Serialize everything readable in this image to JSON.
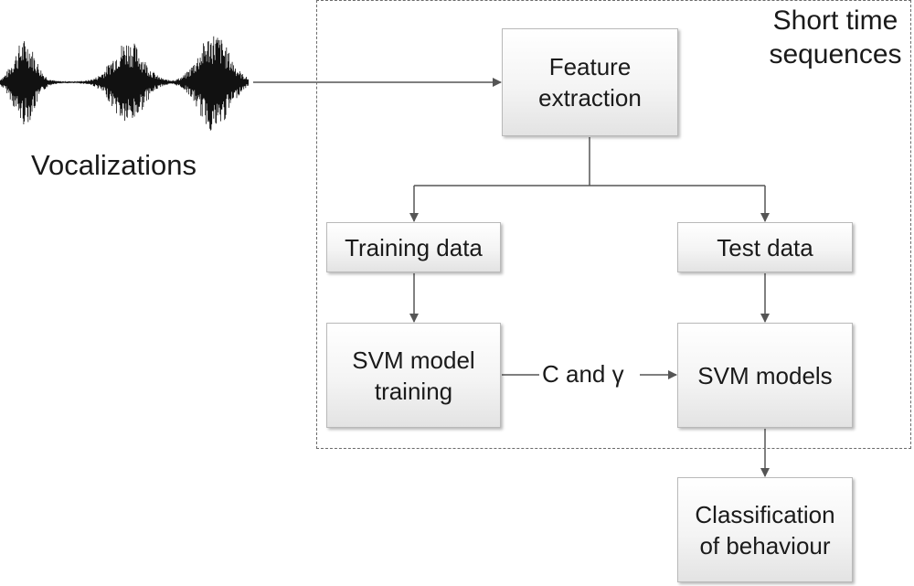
{
  "region": {
    "label": "Short time\nsequences"
  },
  "input": {
    "label": "Vocalizations",
    "waveform_icon": "audio-waveform-icon"
  },
  "boxes": {
    "feature_extraction": "Feature\nextraction",
    "training_data": "Training data",
    "test_data": "Test data",
    "svm_model_training": "SVM model\ntraining",
    "svm_models": "SVM models",
    "classification": "Classification\nof behaviour"
  },
  "edges": {
    "params_label": "C and γ"
  },
  "colors": {
    "line": "#555555",
    "box_border": "#b9b9b9",
    "box_fill_top": "#ffffff",
    "box_fill_bottom": "#e3e3e3",
    "waveform": "#111111"
  }
}
